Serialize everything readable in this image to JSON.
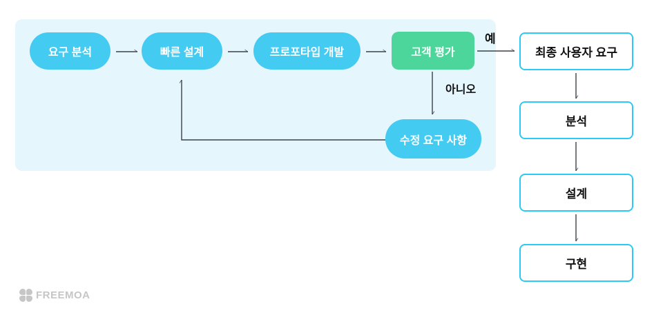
{
  "diagram": {
    "loop_nodes": {
      "requirement_analysis": "요구 분석",
      "quick_design": "빠른 설계",
      "prototype_development": "프로포타입 개발",
      "customer_evaluation": "고객 평가",
      "revision_requirements": "수정 요구 사항"
    },
    "decision_labels": {
      "yes": "예",
      "no": "아니오"
    },
    "final_steps": [
      "최종 사용자 요구",
      "분석",
      "설계",
      "구현"
    ]
  },
  "branding": {
    "logo_text": "FREEMOA"
  },
  "colors": {
    "panel_bg": "#E5F6FC",
    "pill_cyan": "#44CBF2",
    "evaluation_green": "#4DD69B",
    "box_border_cyan": "#2BC9F5",
    "arrow": "#3A3F47",
    "logo_gray": "#C6C6C6"
  }
}
